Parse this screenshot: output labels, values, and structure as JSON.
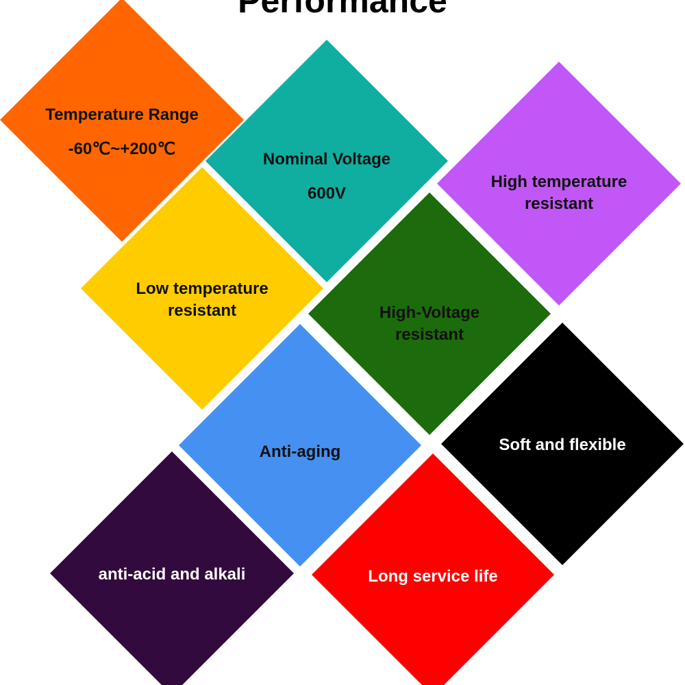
{
  "title": "Performance",
  "tiles": [
    {
      "lines": [
        "Temperature Range",
        "-60℃~+200℃"
      ],
      "color": "#FF6600",
      "text_color": "dark"
    },
    {
      "lines": [
        "Nominal Voltage",
        "600V"
      ],
      "color": "#0FAEA0",
      "text_color": "dark"
    },
    {
      "lines": [
        "High temperature",
        "resistant"
      ],
      "color": "#C157F6",
      "text_color": "dark"
    },
    {
      "lines": [
        "Low temperature",
        "resistant"
      ],
      "color": "#FFCC00",
      "text_color": "dark"
    },
    {
      "lines": [
        "High-Voltage",
        "resistant"
      ],
      "color": "#1C6B0C",
      "text_color": "dark"
    },
    {
      "lines": [
        "Anti-aging"
      ],
      "color": "#4690F2",
      "text_color": "dark"
    },
    {
      "lines": [
        "Soft and flexible"
      ],
      "color": "#000000",
      "text_color": "light"
    },
    {
      "lines": [
        "anti-acid and alkali"
      ],
      "color": "#330A3D",
      "text_color": "light"
    },
    {
      "lines": [
        "Long service life"
      ],
      "color": "#FF0000",
      "text_color": "light"
    }
  ]
}
